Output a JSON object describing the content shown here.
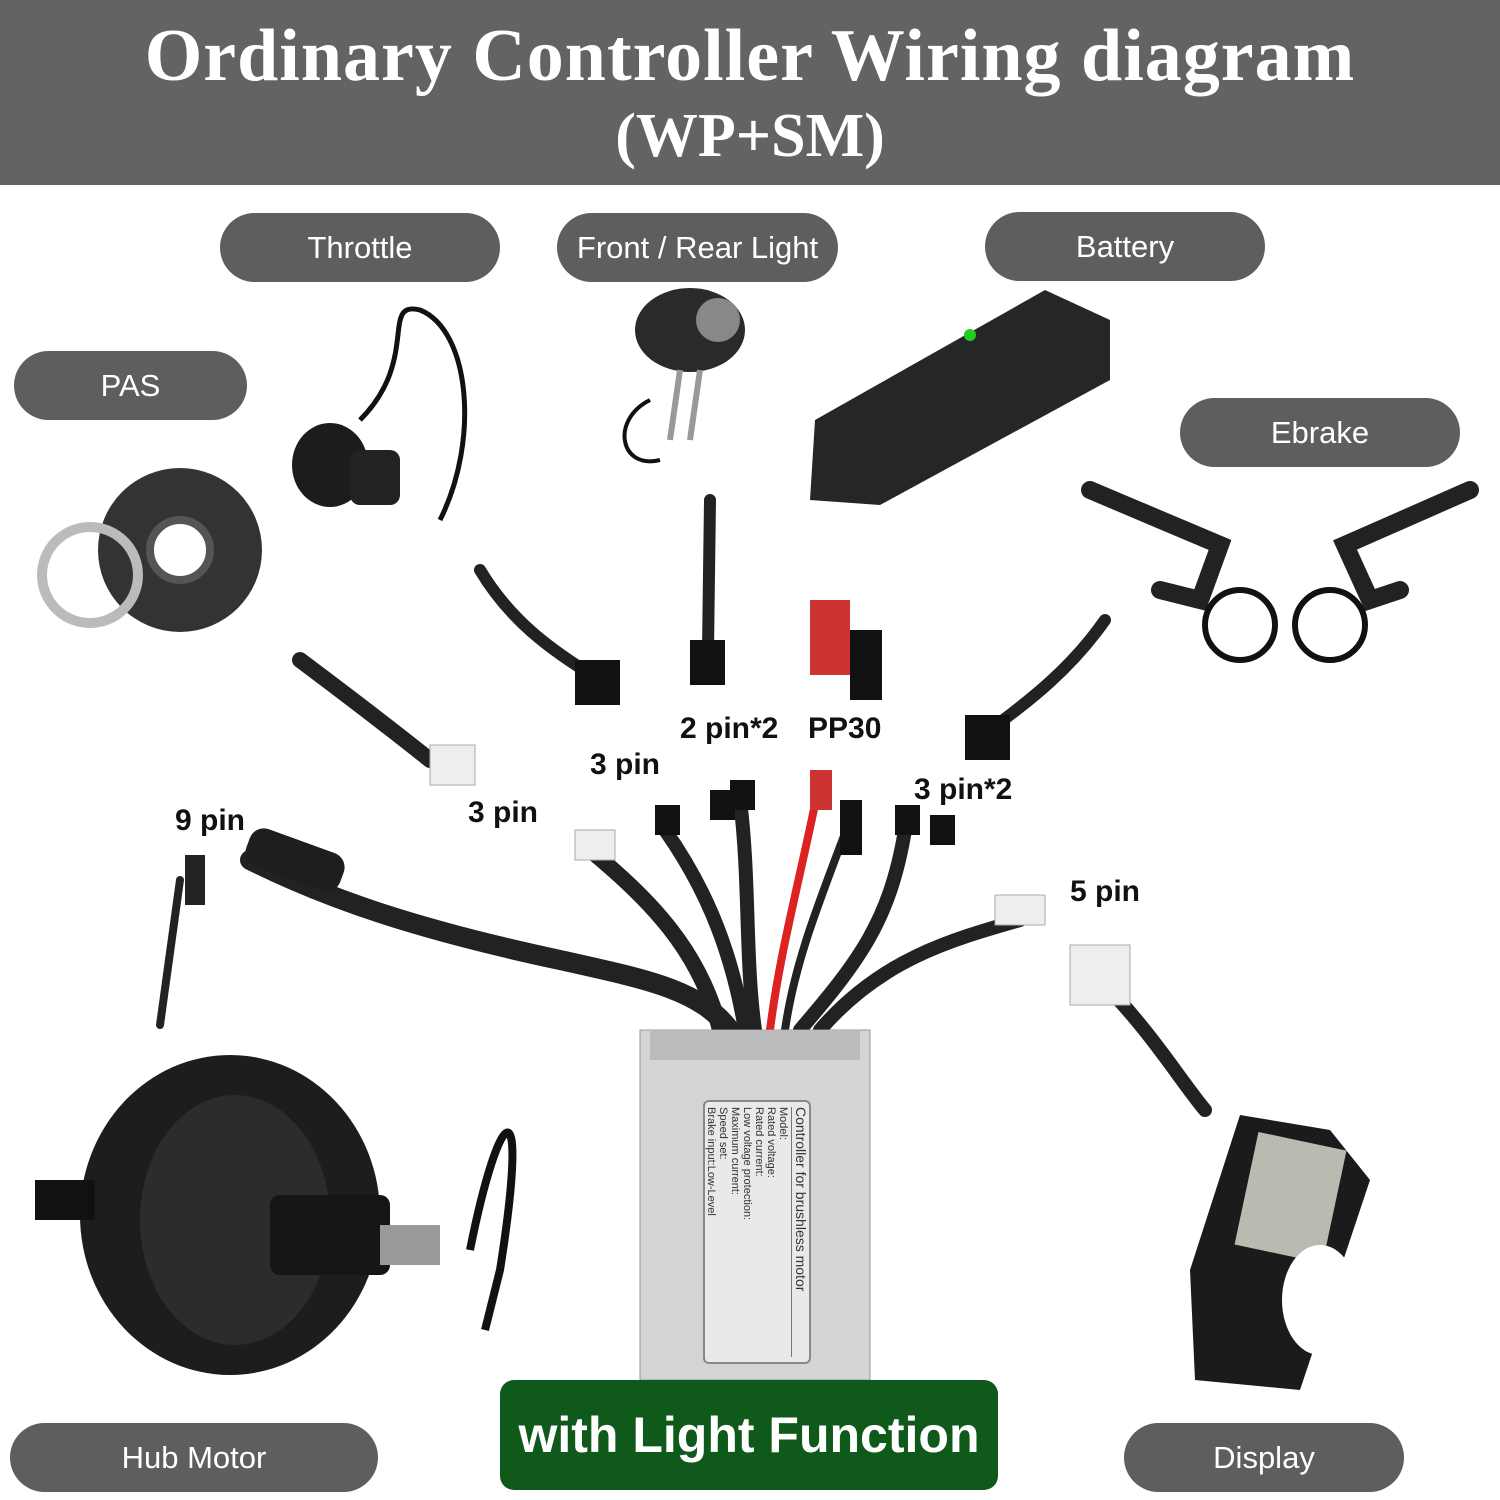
{
  "header": {
    "title": "Ordinary Controller Wiring diagram",
    "subtitle": "(WP+SM)"
  },
  "components": {
    "throttle": "Throttle",
    "light": "Front / Rear Light",
    "battery": "Battery",
    "pas": "PAS",
    "ebrake": "Ebrake",
    "hub_motor": "Hub Motor",
    "display": "Display"
  },
  "connectors": {
    "motor": "9 pin",
    "pas": "3 pin",
    "throttle": "3 pin",
    "light": "2 pin*2",
    "battery": "PP30",
    "ebrake": "3 pin*2",
    "display": "5 pin"
  },
  "controller_label": {
    "title": "Controller for brushless motor",
    "lines": [
      "Model:",
      "Rated voltage:",
      "Rated current:",
      "Low voltage protection:",
      "Maximum current:",
      "Speed set:",
      "Brake input:Low-Level"
    ]
  },
  "banner": "with Light Function",
  "colors": {
    "header_bg": "#636363",
    "pill_bg": "#5e5e5e",
    "banner_bg": "#0f5a1a"
  }
}
